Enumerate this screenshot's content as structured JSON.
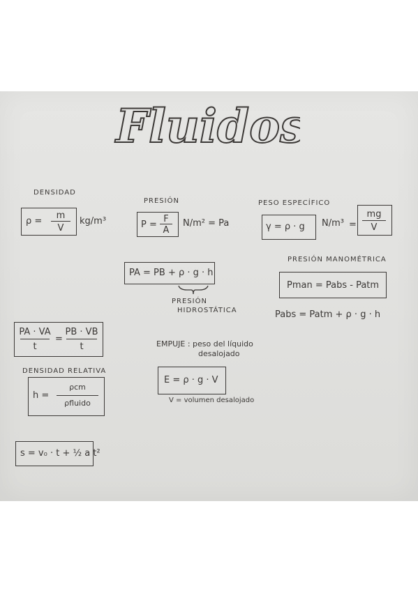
{
  "title": "Fluidos",
  "densidad": {
    "label": "DENSIDAD",
    "lhs": "ρ =",
    "num": "m",
    "den": "V",
    "units": "kg/m³"
  },
  "presion": {
    "label": "PRESIÓN",
    "lhs": "P =",
    "num": "F",
    "den": "A",
    "units": "N/m² = Pa"
  },
  "peso_especifico": {
    "label": "PESO ESPECÍFICO",
    "formula": "γ = ρ · g",
    "units": "N/m³",
    "eq": "=",
    "num": "mg",
    "den": "V"
  },
  "hidrostatica": {
    "formula": "PA = PB + ρ · g · h",
    "label_line1": "PRESIÓN",
    "label_line2": "HIDROSTÁTICA"
  },
  "manometrica": {
    "label": "PRESIÓN MANOMÉTRICA",
    "formula": "Pman = Pabs - Patm",
    "note": "Pabs = Patm + ρ · g · h"
  },
  "flujo": {
    "num_left": "PA · VA",
    "den_left": "t",
    "eq": "=",
    "num_right": "PB · VB",
    "den_right": "t"
  },
  "empuje": {
    "label": "EMPUJE : peso del líquido",
    "label2": "desalojado",
    "formula": "E = ρ · g · V",
    "note": "V = volumen desalojado"
  },
  "densidad_relativa": {
    "label": "DENSIDAD RELATIVA",
    "lhs": "h =",
    "num": "ρcm",
    "den": "ρfluido"
  },
  "movimiento": {
    "formula": "s = v₀ · t + ½ a t²"
  }
}
